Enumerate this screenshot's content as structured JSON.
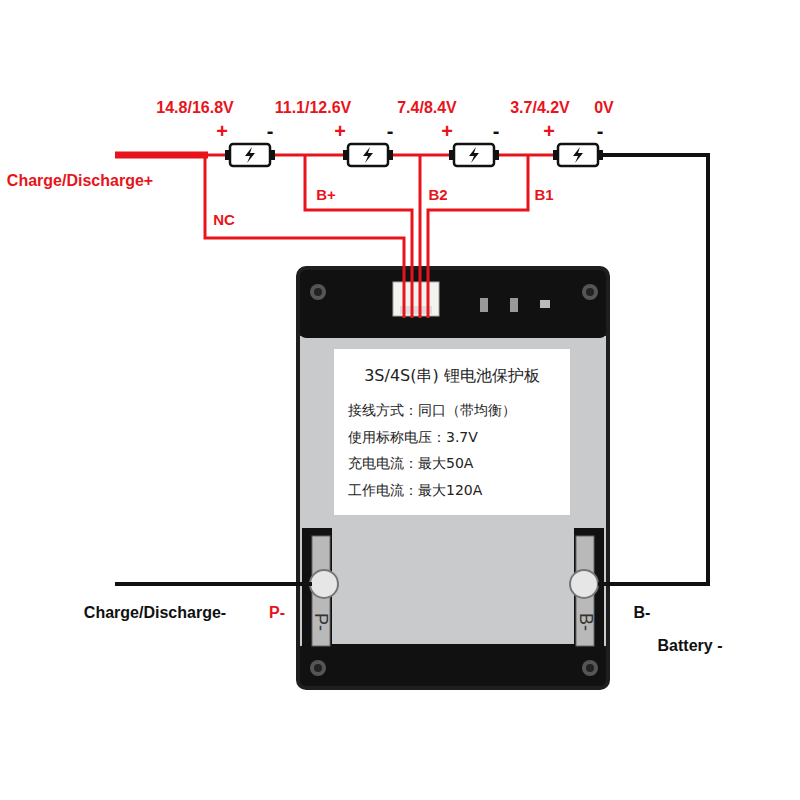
{
  "diagram": {
    "nodes": [
      {
        "text": [
          "3S/4S(串) 锂电池保护板",
          "接线方式：同口（带均衡）",
          "使用标称电压：3.7V",
          "充电电流：最大50A",
          "工作电流：最大120A"
        ]
      }
    ],
    "labels": [
      "14.8/16.8V",
      "+",
      "-",
      "11.1/12.6V",
      "+",
      "-",
      "7.4/8.4V",
      "+",
      "-",
      "3.7/4.2V",
      "+",
      "-",
      "0V",
      "Charge/Discharge+",
      "NC",
      "B+",
      "B2",
      "B1",
      "P-",
      "B-",
      "Charge/Discharge-",
      "P-",
      "B-",
      "Battery -"
    ]
  }
}
